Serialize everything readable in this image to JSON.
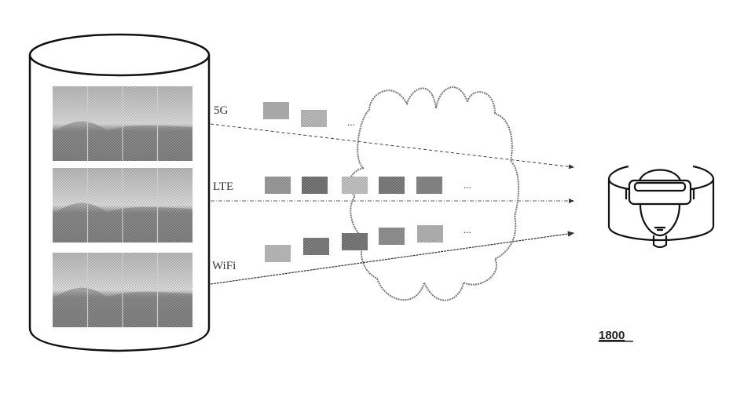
{
  "figure": {
    "number": "1800",
    "storage": {
      "label": "video-storage",
      "frames": [
        {
          "name": "panoramic-frame-1",
          "tiles_rows": 2,
          "tiles_cols": 4
        },
        {
          "name": "panoramic-frame-2",
          "tiles_rows": 2,
          "tiles_cols": 4
        },
        {
          "name": "panoramic-frame-3",
          "tiles_rows": 2,
          "tiles_cols": 4
        }
      ]
    },
    "channels": [
      {
        "label": "5G",
        "tile_shades": [
          "#8a8a8a",
          "#9a9a9a"
        ],
        "ellipsis": "..."
      },
      {
        "label": "LTE",
        "tile_shades": [
          "#6a6a6a",
          "#2e2e2e",
          "#a8a8a8",
          "#3a3a3a",
          "#4a4a4a"
        ],
        "ellipsis": "..."
      },
      {
        "label": "WiFi",
        "tile_shades": [
          "#9a9a9a",
          "#3a3a3a",
          "#333333",
          "#5a5a5a",
          "#8f8f8f"
        ],
        "ellipsis": "..."
      }
    ],
    "network": {
      "icon": "cloud-icon"
    },
    "client": {
      "icon": "vr-headset-user-icon"
    }
  }
}
